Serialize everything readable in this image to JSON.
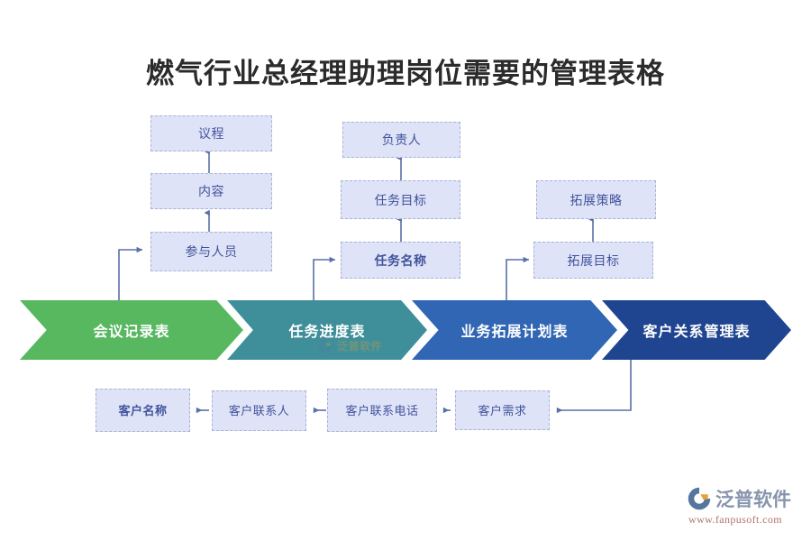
{
  "page": {
    "title": "燃气行业总经理助理岗位需要的管理表格",
    "background": "#ffffff"
  },
  "colors": {
    "box_fill": "#dfe3f7",
    "box_border": "#a9b2d8",
    "box_text": "#42539c",
    "connector": "#5a6fa8",
    "chevron_1": "#57b860",
    "chevron_2": "#3f8f9a",
    "chevron_3": "#3066b4",
    "chevron_4": "#1f4490",
    "title_text": "#2b2b2b",
    "logo_word": "#8794ad",
    "logo_url": "#b0766a",
    "logo_mark_orange": "#e8a13a",
    "logo_mark_blue": "#56759e"
  },
  "process": {
    "steps": [
      {
        "label": "会议记录表",
        "color": "#57b860"
      },
      {
        "label": "任务进度表",
        "color": "#3f8f9a"
      },
      {
        "label": "业务拓展计划表",
        "color": "#3066b4"
      },
      {
        "label": "客户关系管理表",
        "color": "#1f4490"
      }
    ]
  },
  "columns": {
    "meeting": {
      "owner_step": "会议记录表",
      "items": [
        {
          "label": "议程"
        },
        {
          "label": "内容"
        },
        {
          "label": "参与人员"
        }
      ]
    },
    "task": {
      "owner_step": "任务进度表",
      "items": [
        {
          "label": "负责人"
        },
        {
          "label": "任务目标"
        },
        {
          "label": "任务名称"
        }
      ]
    },
    "business": {
      "owner_step": "业务拓展计划表",
      "items": [
        {
          "label": "拓展策略"
        },
        {
          "label": "拓展目标"
        }
      ]
    },
    "customer": {
      "owner_step": "客户关系管理表",
      "items": [
        {
          "label": "客户需求"
        },
        {
          "label": "客户联系电话"
        },
        {
          "label": "客户联系人"
        },
        {
          "label": "客户名称"
        }
      ]
    }
  },
  "watermark": {
    "band_text": "泛普软件"
  },
  "brand": {
    "name": "泛普软件",
    "url": "www.fanpusoft.com"
  }
}
